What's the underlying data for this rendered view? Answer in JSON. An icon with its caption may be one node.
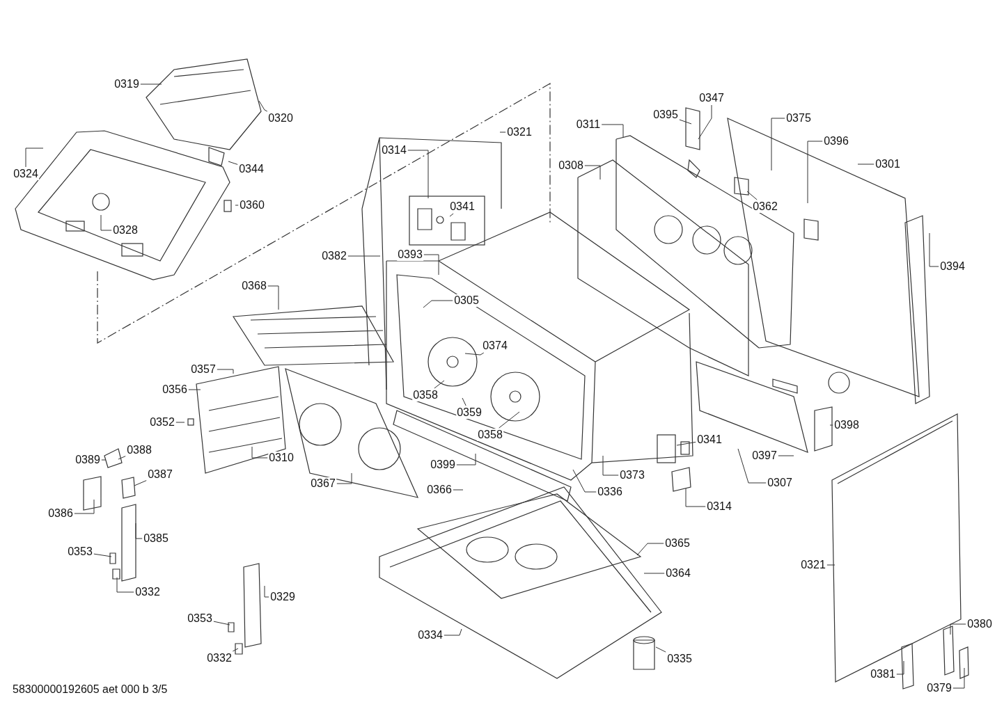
{
  "diagram": {
    "nodes": [
      {
        "text": [
          "0319"
        ]
      },
      {
        "text": [
          "0320"
        ]
      },
      {
        "text": [
          "0324"
        ]
      },
      {
        "text": [
          "0344"
        ]
      },
      {
        "text": [
          "0328"
        ]
      },
      {
        "text": [
          "0360"
        ]
      },
      {
        "text": [
          "0314"
        ]
      },
      {
        "text": [
          "0321"
        ]
      },
      {
        "text": [
          "0341"
        ]
      },
      {
        "text": [
          "0311"
        ]
      },
      {
        "text": [
          "0308"
        ]
      },
      {
        "text": [
          "0395"
        ]
      },
      {
        "text": [
          "0347"
        ]
      },
      {
        "text": [
          "0375"
        ]
      },
      {
        "text": [
          "0396"
        ]
      },
      {
        "text": [
          "0301"
        ]
      },
      {
        "text": [
          "0362"
        ]
      },
      {
        "text": [
          "0394"
        ]
      },
      {
        "text": [
          "0382"
        ]
      },
      {
        "text": [
          "0393"
        ]
      },
      {
        "text": [
          "0305"
        ]
      },
      {
        "text": [
          "0368"
        ]
      },
      {
        "text": [
          "0374"
        ]
      },
      {
        "text": [
          "0357"
        ]
      },
      {
        "text": [
          "0356"
        ]
      },
      {
        "text": [
          "0358"
        ]
      },
      {
        "text": [
          "0359"
        ]
      },
      {
        "text": [
          "0358"
        ]
      },
      {
        "text": [
          "0352"
        ]
      },
      {
        "text": [
          "0310"
        ]
      },
      {
        "text": [
          "0367"
        ]
      },
      {
        "text": [
          "0399"
        ]
      },
      {
        "text": [
          "0373"
        ]
      },
      {
        "text": [
          "0341"
        ]
      },
      {
        "text": [
          "0314"
        ]
      },
      {
        "text": [
          "0397"
        ]
      },
      {
        "text": [
          "0307"
        ]
      },
      {
        "text": [
          "0398"
        ]
      },
      {
        "text": [
          "0336"
        ]
      },
      {
        "text": [
          "0366"
        ]
      },
      {
        "text": [
          "0389"
        ]
      },
      {
        "text": [
          "0388"
        ]
      },
      {
        "text": [
          "0387"
        ]
      },
      {
        "text": [
          "0386"
        ]
      },
      {
        "text": [
          "0385"
        ]
      },
      {
        "text": [
          "0353"
        ]
      },
      {
        "text": [
          "0332"
        ]
      },
      {
        "text": [
          "0365"
        ]
      },
      {
        "text": [
          "0364"
        ]
      },
      {
        "text": [
          "0321"
        ]
      },
      {
        "text": [
          "0329"
        ]
      },
      {
        "text": [
          "0353"
        ]
      },
      {
        "text": [
          "0332"
        ]
      },
      {
        "text": [
          "0334"
        ]
      },
      {
        "text": [
          "0335"
        ]
      },
      {
        "text": [
          "0380"
        ]
      },
      {
        "text": [
          "0381"
        ]
      },
      {
        "text": [
          "0379"
        ]
      }
    ],
    "edges": [
      {
        "from": 0,
        "to": null,
        "arrow": "none"
      },
      {
        "from": 1,
        "to": null,
        "arrow": "none"
      },
      {
        "from": 2,
        "to": null,
        "arrow": "none"
      },
      {
        "from": 3,
        "to": null,
        "arrow": "none"
      },
      {
        "from": 4,
        "to": null,
        "arrow": "none"
      },
      {
        "from": 5,
        "to": null,
        "arrow": "none"
      },
      {
        "from": 6,
        "to": null,
        "arrow": "none"
      },
      {
        "from": 7,
        "to": null,
        "arrow": "none"
      },
      {
        "from": 8,
        "to": null,
        "arrow": "none"
      },
      {
        "from": 9,
        "to": null,
        "arrow": "none"
      },
      {
        "from": 10,
        "to": null,
        "arrow": "none"
      },
      {
        "from": 11,
        "to": null,
        "arrow": "none"
      },
      {
        "from": 12,
        "to": null,
        "arrow": "none"
      },
      {
        "from": 13,
        "to": null,
        "arrow": "none"
      },
      {
        "from": 14,
        "to": null,
        "arrow": "none"
      },
      {
        "from": 15,
        "to": null,
        "arrow": "none"
      },
      {
        "from": 16,
        "to": null,
        "arrow": "none"
      },
      {
        "from": 17,
        "to": null,
        "arrow": "none"
      },
      {
        "from": 18,
        "to": null,
        "arrow": "none"
      },
      {
        "from": 19,
        "to": null,
        "arrow": "none"
      },
      {
        "from": 20,
        "to": null,
        "arrow": "none"
      },
      {
        "from": 21,
        "to": null,
        "arrow": "none"
      },
      {
        "from": 22,
        "to": null,
        "arrow": "none"
      },
      {
        "from": 23,
        "to": null,
        "arrow": "none"
      },
      {
        "from": 24,
        "to": null,
        "arrow": "none"
      },
      {
        "from": 25,
        "to": null,
        "arrow": "none"
      },
      {
        "from": 26,
        "to": null,
        "arrow": "none"
      },
      {
        "from": 27,
        "to": null,
        "arrow": "none"
      },
      {
        "from": 28,
        "to": null,
        "arrow": "none"
      },
      {
        "from": 29,
        "to": null,
        "arrow": "none"
      },
      {
        "from": 30,
        "to": null,
        "arrow": "none"
      },
      {
        "from": 31,
        "to": null,
        "arrow": "none"
      },
      {
        "from": 32,
        "to": null,
        "arrow": "none"
      },
      {
        "from": 33,
        "to": null,
        "arrow": "none"
      },
      {
        "from": 34,
        "to": null,
        "arrow": "none"
      },
      {
        "from": 35,
        "to": null,
        "arrow": "none"
      },
      {
        "from": 36,
        "to": null,
        "arrow": "none"
      },
      {
        "from": 37,
        "to": null,
        "arrow": "none"
      },
      {
        "from": 38,
        "to": null,
        "arrow": "none"
      },
      {
        "from": 39,
        "to": null,
        "arrow": "none"
      },
      {
        "from": 40,
        "to": null,
        "arrow": "none"
      },
      {
        "from": 41,
        "to": null,
        "arrow": "none"
      },
      {
        "from": 42,
        "to": null,
        "arrow": "none"
      },
      {
        "from": 43,
        "to": null,
        "arrow": "none"
      },
      {
        "from": 44,
        "to": null,
        "arrow": "none"
      },
      {
        "from": 45,
        "to": null,
        "arrow": "none"
      },
      {
        "from": 46,
        "to": null,
        "arrow": "none"
      },
      {
        "from": 47,
        "to": null,
        "arrow": "none"
      },
      {
        "from": 48,
        "to": null,
        "arrow": "none"
      },
      {
        "from": 49,
        "to": null,
        "arrow": "none"
      },
      {
        "from": 50,
        "to": null,
        "arrow": "none"
      },
      {
        "from": 51,
        "to": null,
        "arrow": "none"
      },
      {
        "from": 52,
        "to": null,
        "arrow": "none"
      },
      {
        "from": 53,
        "to": null,
        "arrow": "none"
      },
      {
        "from": 54,
        "to": null,
        "arrow": "none"
      },
      {
        "from": 55,
        "to": null,
        "arrow": "none"
      },
      {
        "from": 56,
        "to": null,
        "arrow": "none"
      },
      {
        "from": 57,
        "to": null,
        "arrow": "none"
      }
    ],
    "labels": [
      "58300000192605 aet 000 b 3/5"
    ]
  }
}
